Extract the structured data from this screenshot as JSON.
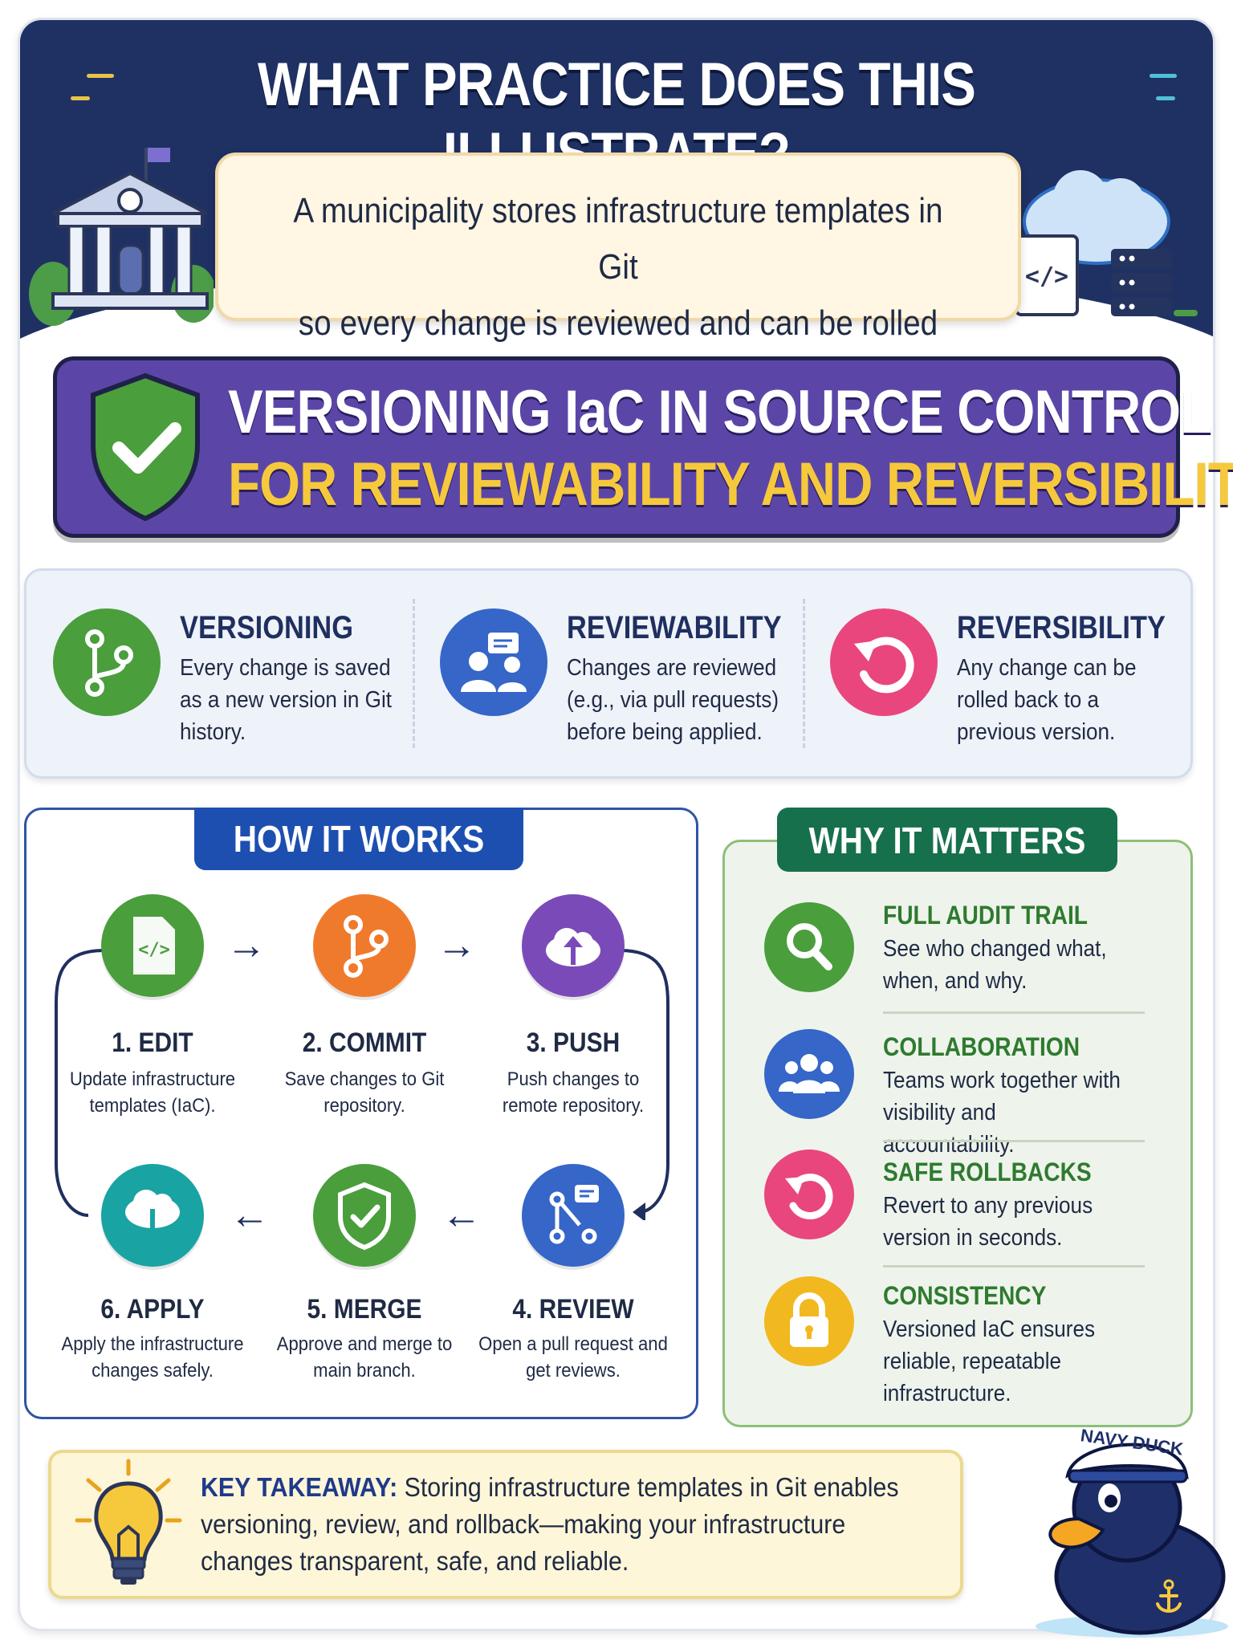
{
  "header": {
    "title": "WHAT PRACTICE DOES THIS ILLUSTRATE?",
    "scenario_line1": "A municipality stores infrastructure templates in Git",
    "scenario_line2": "so every change is reviewed and can be rolled back."
  },
  "answer": {
    "line1": "VERSIONING IaC IN SOURCE CONTROL",
    "line2": "FOR REVIEWABILITY AND REVERSIBILITY."
  },
  "concepts": [
    {
      "title": "VERSIONING",
      "desc": "Every change is saved as a new version in Git history.",
      "color": "#4a9e3c",
      "icon": "branch-icon"
    },
    {
      "title": "REVIEWABILITY",
      "desc": "Changes are reviewed (e.g., via pull requests) before being applied.",
      "color": "#3566c8",
      "icon": "review-people-icon"
    },
    {
      "title": "REVERSIBILITY",
      "desc": "Any change can be rolled back to a previous version.",
      "color": "#e9467e",
      "icon": "undo-icon"
    }
  ],
  "how": {
    "title": "HOW IT WORKS",
    "steps": [
      {
        "title": "1. EDIT",
        "desc": "Update infrastructure templates (IaC).",
        "color": "#4a9e3c",
        "icon": "code-file-icon"
      },
      {
        "title": "2. COMMIT",
        "desc": "Save changes to Git repository.",
        "color": "#f07a2c",
        "icon": "branch-icon"
      },
      {
        "title": "3. PUSH",
        "desc": "Push changes to remote repository.",
        "color": "#7a4bb8",
        "icon": "cloud-upload-icon"
      },
      {
        "title": "4. REVIEW",
        "desc": "Open a pull request and get reviews.",
        "color": "#3566c8",
        "icon": "pull-request-icon"
      },
      {
        "title": "5. MERGE",
        "desc": "Approve and merge to main branch.",
        "color": "#4a9e3c",
        "icon": "shield-check-icon"
      },
      {
        "title": "6. APPLY",
        "desc": "Apply the infrastructure changes safely.",
        "color": "#1aa3a3",
        "icon": "cloud-download-icon"
      }
    ]
  },
  "why": {
    "title": "WHY IT MATTERS",
    "items": [
      {
        "title": "FULL AUDIT TRAIL",
        "desc": "See who changed what, when, and why.",
        "color": "#4a9e3c",
        "icon": "magnifier-icon"
      },
      {
        "title": "COLLABORATION",
        "desc": "Teams work together with visibility and accountability.",
        "color": "#3566c8",
        "icon": "team-icon"
      },
      {
        "title": "SAFE ROLLBACKS",
        "desc": "Revert to any previous version in seconds.",
        "color": "#e9467e",
        "icon": "undo-icon"
      },
      {
        "title": "CONSISTENCY",
        "desc": "Versioned IaC ensures reliable, repeatable infrastructure.",
        "color": "#f2b81f",
        "icon": "padlock-icon"
      }
    ]
  },
  "takeaway": {
    "label": "KEY TAKEAWAY:",
    "text": " Storing infrastructure templates in Git enables versioning, review, and rollback—making your infrastructure changes transparent, safe, and reliable."
  },
  "mascot": {
    "hat_text": "NAVY DUCK"
  }
}
